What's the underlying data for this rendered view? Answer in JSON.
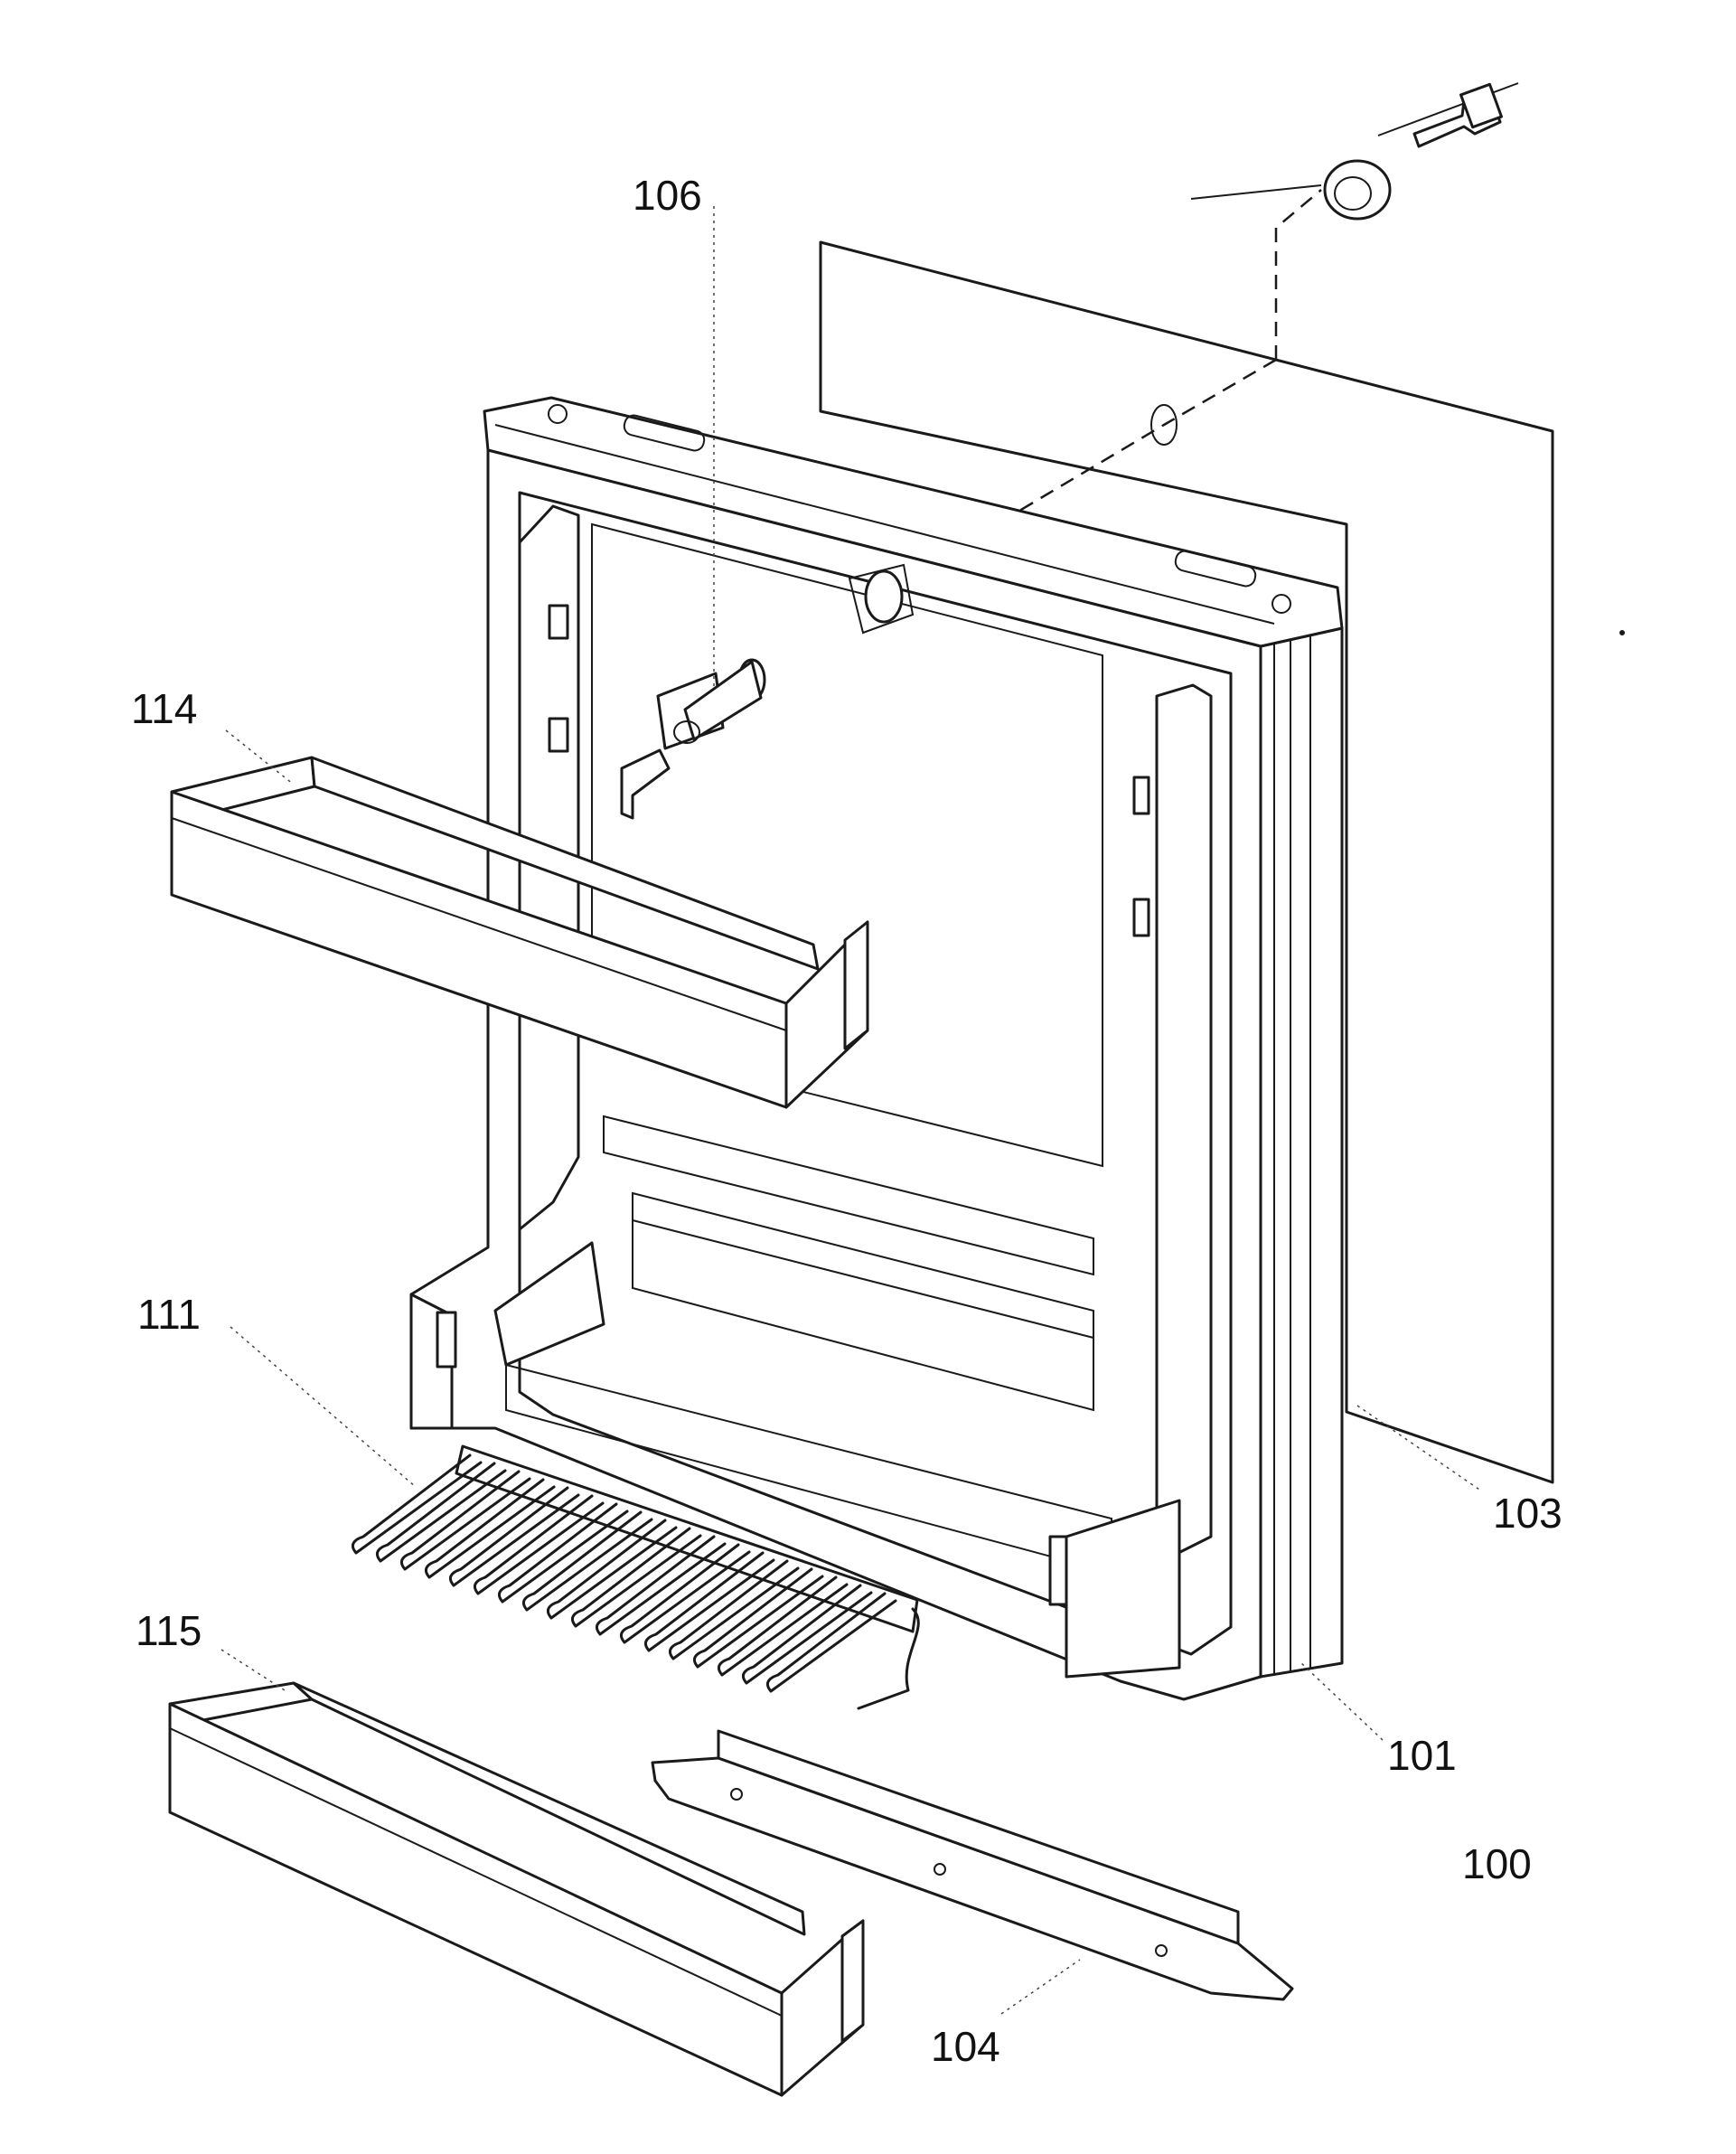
{
  "diagram": {
    "labels": {
      "l100": "100",
      "l101": "101",
      "l103": "103",
      "l104": "104",
      "l106": "106",
      "l111": "111",
      "l114": "114",
      "l115": "115"
    }
  },
  "colors": {
    "line": "#1a1a1a",
    "background": "#ffffff"
  }
}
